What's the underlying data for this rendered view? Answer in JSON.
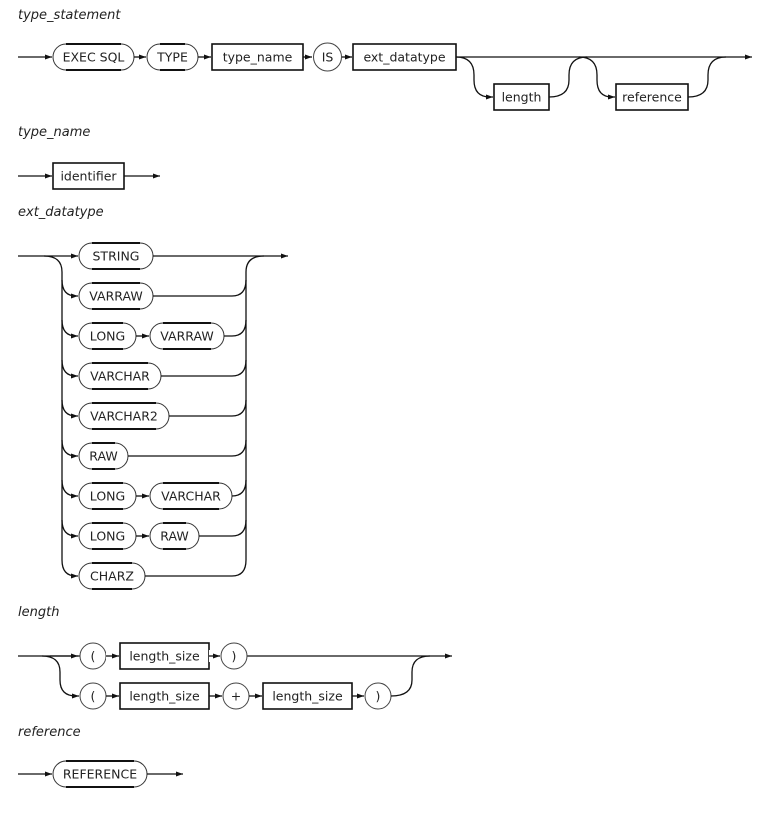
{
  "rules": {
    "type_statement": {
      "title": "type_statement",
      "items": [
        "EXEC SQL",
        "TYPE",
        "type_name",
        "IS",
        "ext_datatype"
      ],
      "optional": [
        "length",
        "reference"
      ]
    },
    "type_name": {
      "title": "type_name",
      "items": [
        "identifier"
      ]
    },
    "ext_datatype": {
      "title": "ext_datatype",
      "alternatives": [
        [
          "STRING"
        ],
        [
          "VARRAW"
        ],
        [
          "LONG",
          "VARRAW"
        ],
        [
          "VARCHAR"
        ],
        [
          "VARCHAR2"
        ],
        [
          "RAW"
        ],
        [
          "LONG",
          "VARCHAR"
        ],
        [
          "LONG",
          "RAW"
        ],
        [
          "CHARZ"
        ]
      ]
    },
    "length": {
      "title": "length",
      "alt1": [
        "(",
        "length_size",
        ")"
      ],
      "alt2": [
        "(",
        "length_size",
        "+",
        "length_size",
        ")"
      ]
    },
    "reference": {
      "title": "reference",
      "items": [
        "REFERENCE"
      ]
    }
  }
}
